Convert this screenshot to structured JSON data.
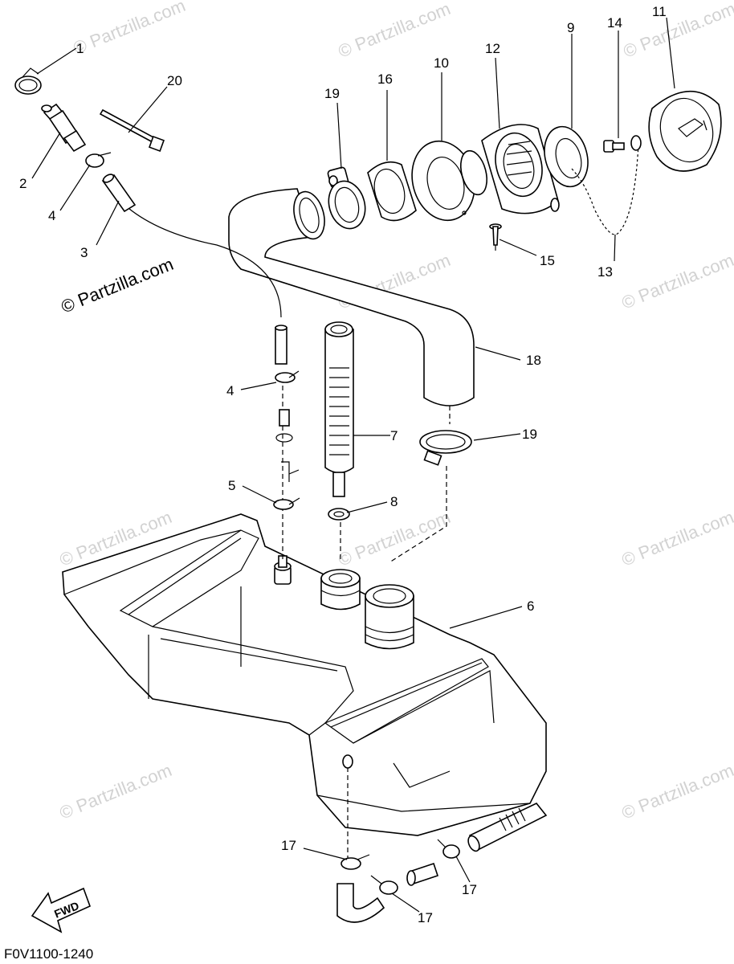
{
  "diagram": {
    "figure_code": "F0V1100-1240",
    "forward_label": "FWD",
    "watermark": "© Partzilla.com",
    "callouts": [
      "1",
      "2",
      "3",
      "4",
      "5",
      "6",
      "7",
      "8",
      "9",
      "10",
      "11",
      "12",
      "13",
      "14",
      "15",
      "16",
      "17",
      "18",
      "19",
      "20"
    ],
    "callout_17": "17",
    "callout_19": "19",
    "callout_4": "4"
  }
}
